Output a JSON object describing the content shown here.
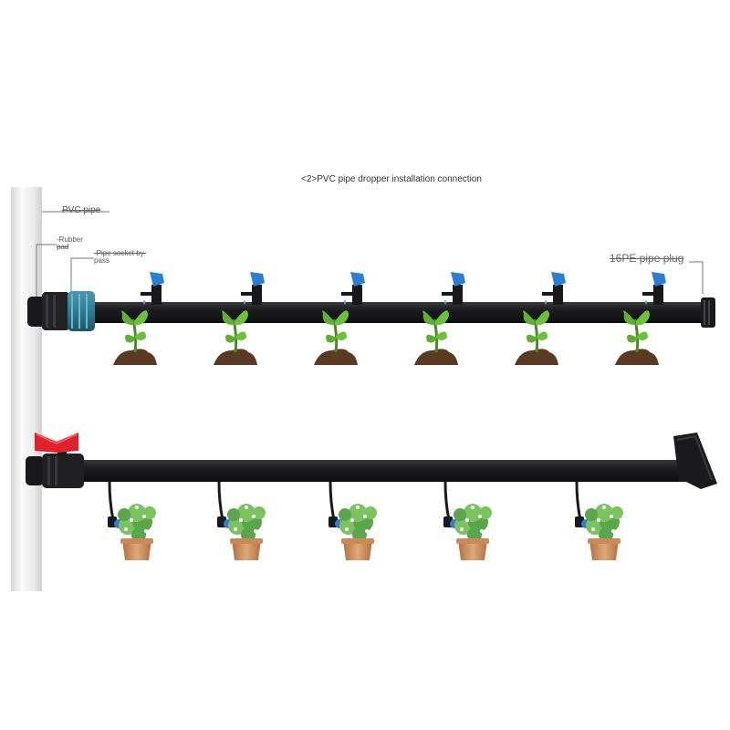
{
  "title": "<2>PVC pipe dropper installation connection",
  "labels": {
    "pvc_pipe": "PVC pipe",
    "rubber_pad_line1": "-Rubber",
    "rubber_pad_line2": "pad",
    "socket_line1": "-Pipe socket by-",
    "socket_line2": "pass",
    "pipe_plug": "16PE pipe plug"
  },
  "colors": {
    "pvc_pipe": "#eeeeee",
    "pe_pipe": "#1c1c1e",
    "socket_teal": "#2f7a93",
    "dripper_blue": "#2a7fd4",
    "valve_red": "#e0202a",
    "leaf_green": "#5fb030",
    "soil_brown": "#5a3a22",
    "pot_terracotta": "#c98a5a"
  },
  "top_pipe": {
    "dripper_count": 6,
    "plant_count": 6
  },
  "bottom_pipe": {
    "dripper_count": 5,
    "potted_plant_count": 5
  }
}
